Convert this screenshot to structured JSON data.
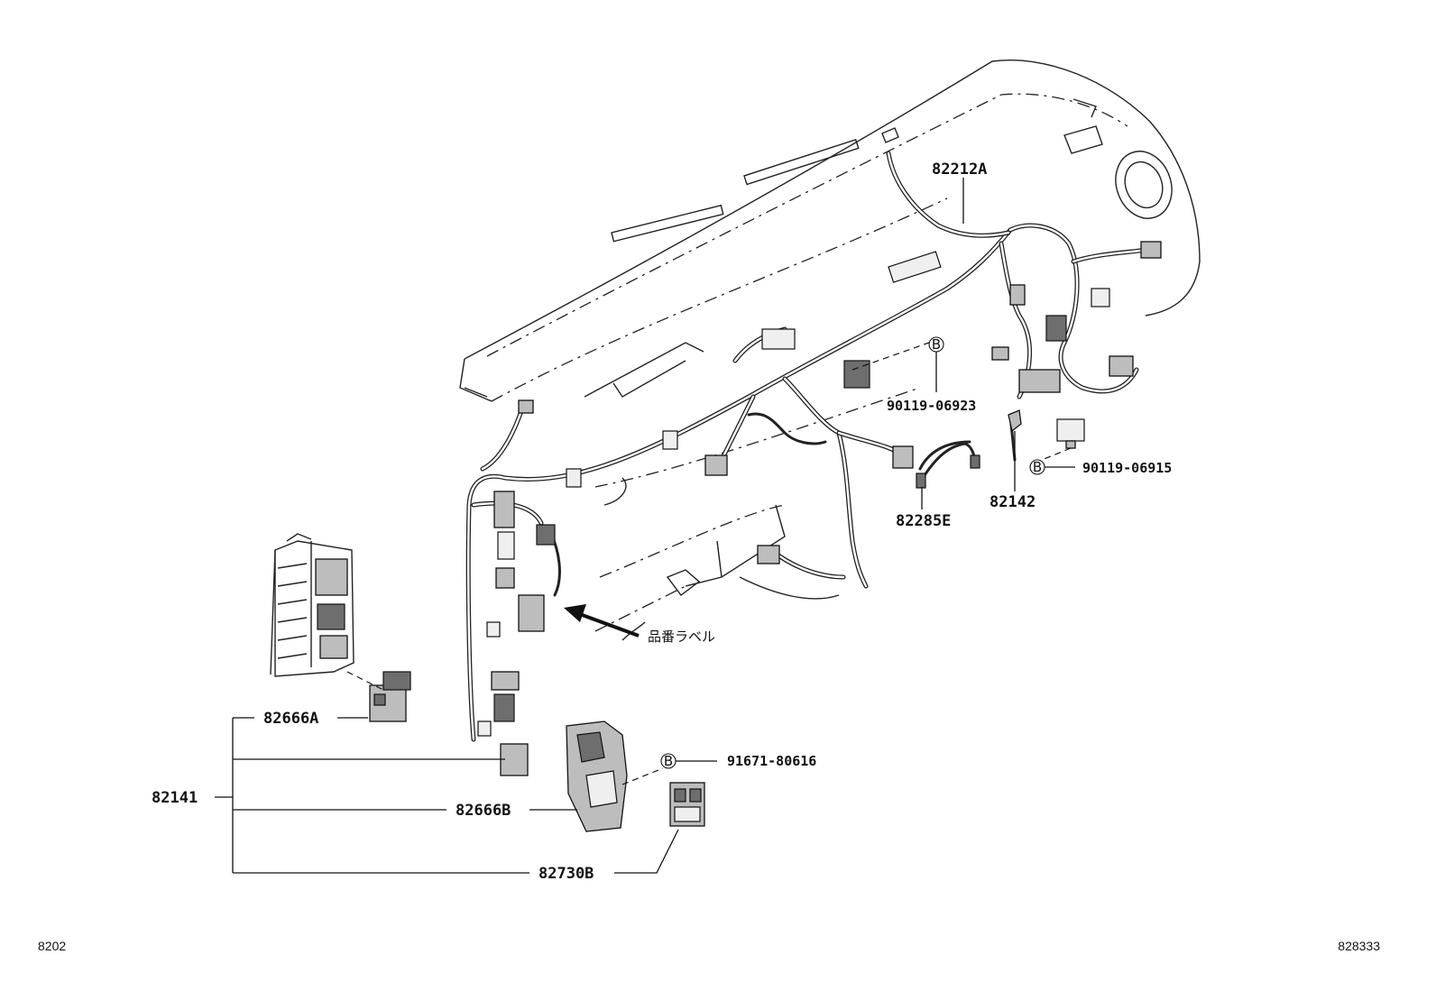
{
  "labels": {
    "p82212A": "82212A",
    "p90119_06923": "90119-06923",
    "p90119_06915": "90119-06915",
    "p82142": "82142",
    "p82285E": "82285E",
    "p82666A": "82666A",
    "p82141": "82141",
    "p82666B": "82666B",
    "p82730B": "82730B",
    "p91671_80616": "91671-80616",
    "part_number_label": "品番ラベル",
    "callout_b": "B"
  },
  "footer": {
    "left_code": "8202",
    "right_code": "828333"
  }
}
